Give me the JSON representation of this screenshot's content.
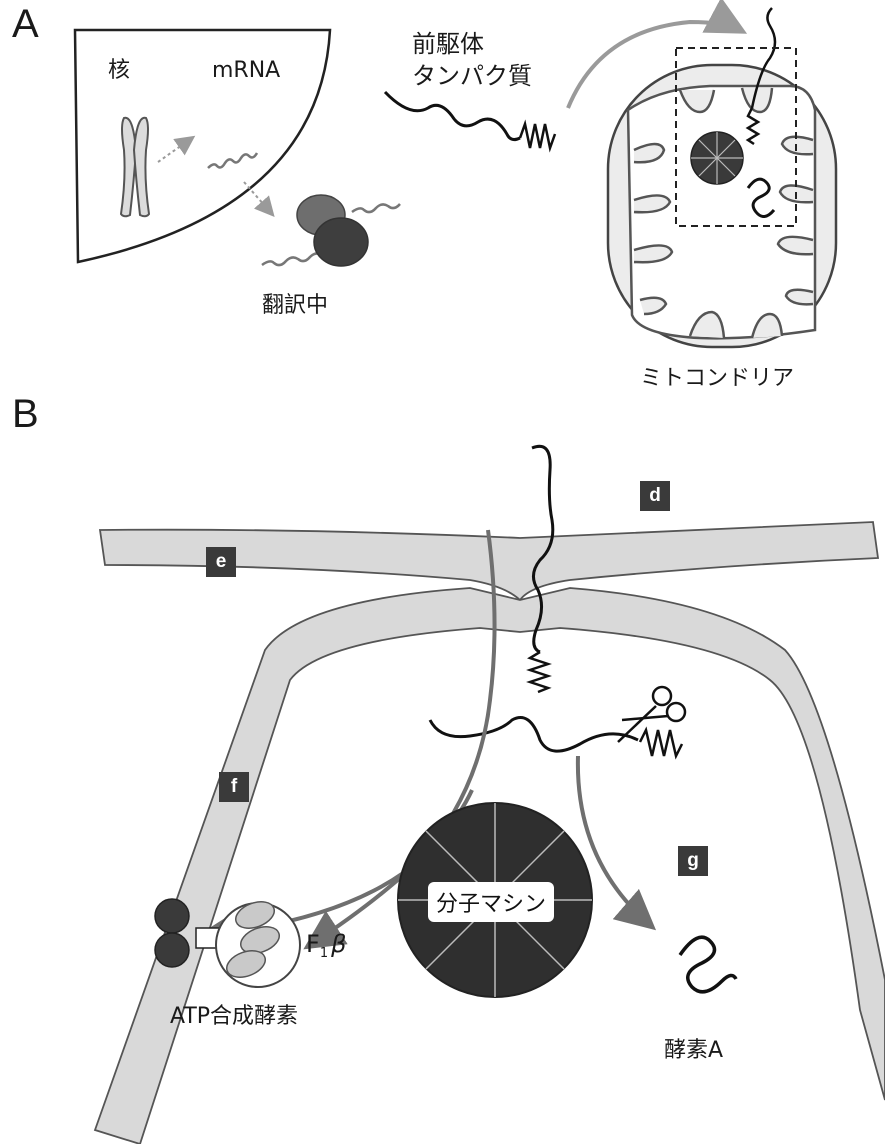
{
  "panels": {
    "a": "A",
    "b": "B"
  },
  "panel_a": {
    "nucleus": "核",
    "mrna": "mRNA",
    "precursor_line1": "前駆体",
    "precursor_line2": "タンパク質",
    "translating": "翻訳中",
    "mitochondria": "ミトコンドリア"
  },
  "panel_b": {
    "boxes": {
      "d": "d",
      "e": "e",
      "f": "f",
      "g": "g"
    },
    "machine": "分子マシン",
    "f1_main": "F",
    "f1_sub": "1",
    "f1_beta": "β",
    "atp_synthase": "ATP合成酵素",
    "enzyme_a": "酵素A"
  },
  "colors": {
    "membrane": "#d9d9d9",
    "dark": "#1a1a1a",
    "label_box": "#3a3a3a",
    "arrow": "#6f6f6f"
  }
}
